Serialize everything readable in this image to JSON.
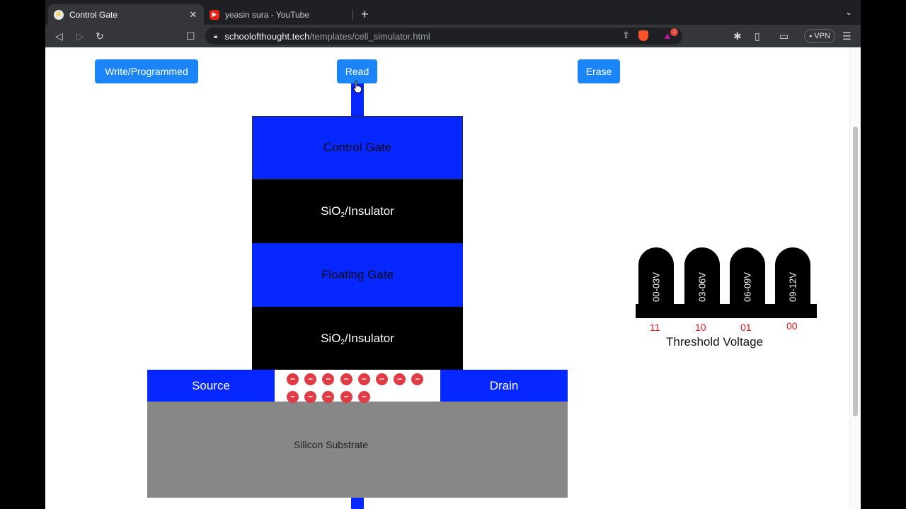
{
  "browser": {
    "tabs": [
      {
        "title": "Control Gate",
        "active": true
      },
      {
        "title": "yeasin sura - YouTube",
        "active": false
      }
    ],
    "url_host": "schoolofthought.tech",
    "url_path": "/templates/cell_simulator.html",
    "vpn_label": "VPN",
    "rewards_count": "1"
  },
  "buttons": {
    "write": "Write/Programmed",
    "read": "Read",
    "erase": "Erase"
  },
  "cell": {
    "control_gate": "Control Gate",
    "insulator_prefix": "SiO",
    "insulator_sub": "2",
    "insulator_suffix": "/Insulator",
    "floating_gate": "Floating Gate",
    "source": "Source",
    "drain": "Drain",
    "substrate": "Silicon Substrate",
    "electron_symbol": "−",
    "electron_count": 13
  },
  "threshold": {
    "label": "Threshold Voltage",
    "pillars": [
      {
        "range": "00-03V",
        "code": "11"
      },
      {
        "range": "03-06V",
        "code": "10"
      },
      {
        "range": "06-09V",
        "code": "01"
      },
      {
        "range": "09-12V",
        "code": "00"
      }
    ]
  },
  "colors": {
    "accent_button": "#1b85f7",
    "gate_blue": "#0627ff",
    "insulator": "#000000",
    "substrate": "#878787",
    "electron": "#e03c46",
    "code_red": "#e0141e"
  }
}
